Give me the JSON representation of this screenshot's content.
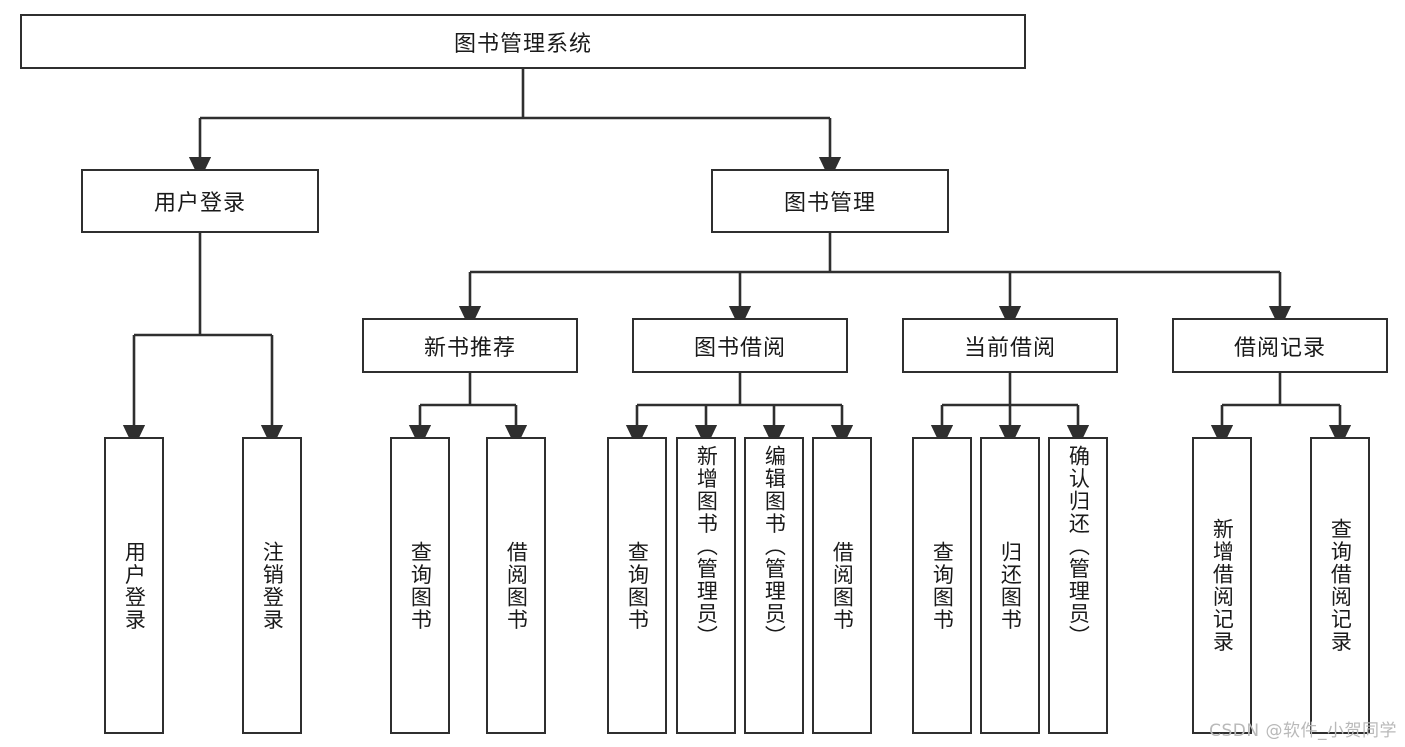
{
  "diagram": {
    "title": "图书管理系统",
    "type": "tree-hierarchy",
    "orientation": "top-down",
    "colors": {
      "box_border": "#2f2f2f",
      "box_fill": "#ffffff",
      "edge": "#2f2f2f",
      "text": "#1a1a1a",
      "watermark": "#b9b9b9",
      "background": "#ffffff"
    }
  },
  "root": {
    "label": "图书管理系统"
  },
  "level2": [
    {
      "label": "用户登录"
    },
    {
      "label": "图书管理"
    }
  ],
  "level3": [
    {
      "label": "新书推荐"
    },
    {
      "label": "图书借阅"
    },
    {
      "label": "当前借阅"
    },
    {
      "label": "借阅记录"
    }
  ],
  "leaves": {
    "user_login": [
      {
        "label": "用户登录"
      },
      {
        "label": "注销登录"
      }
    ],
    "new_book": [
      {
        "label": "查询图书"
      },
      {
        "label": "借阅图书"
      }
    ],
    "book_borrow": [
      {
        "label": "查询图书"
      },
      {
        "label": "新增图书（管理员）"
      },
      {
        "label": "编辑图书（管理员）"
      },
      {
        "label": "借阅图书"
      }
    ],
    "current_borrow": [
      {
        "label": "查询图书"
      },
      {
        "label": "归还图书"
      },
      {
        "label": "确认归还（管理员）"
      }
    ],
    "borrow_record": [
      {
        "label": "新增借阅记录"
      },
      {
        "label": "查询借阅记录"
      }
    ]
  },
  "watermark": {
    "text": "CSDN @软件_小贺同学"
  }
}
